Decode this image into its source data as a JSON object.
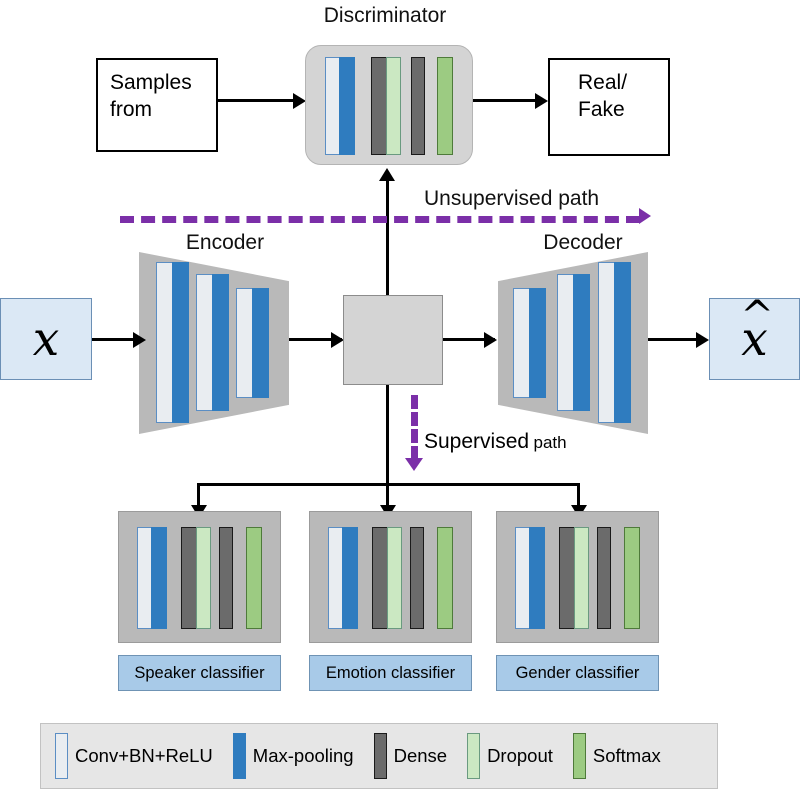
{
  "diagram": {
    "title_discriminator": "Discriminator",
    "title_encoder": "Encoder",
    "title_decoder": "Decoder",
    "samples_box": "Samples from",
    "samples_box_line1": "Samples",
    "samples_box_line2": "from",
    "realfake_box_line1": "Real/",
    "realfake_box_line2": "Fake",
    "input_symbol": "x",
    "output_symbol": "x",
    "output_hat": "^",
    "unsupervised_path": "Unsupervised path",
    "supervised_path_main": "Supervised",
    "supervised_path_sub": "path"
  },
  "classifiers": [
    {
      "label": "Speaker classifier"
    },
    {
      "label": "Emotion classifier"
    },
    {
      "label": "Gender classifier"
    }
  ],
  "legend": {
    "items": [
      {
        "label": "Conv+BN+ReLU",
        "kind": "conv",
        "color": "#e9edf1",
        "border": "#5b8ec4"
      },
      {
        "label": "Max-pooling",
        "kind": "pool",
        "color": "#2f7cbf",
        "border": "#2f7cbf"
      },
      {
        "label": "Dense",
        "kind": "dense",
        "color": "#6b6b6b",
        "border": "#1a1a1a"
      },
      {
        "label": "Dropout",
        "kind": "dropout",
        "color": "#cbe8c2",
        "border": "#6a9a80"
      },
      {
        "label": "Softmax",
        "kind": "softmax",
        "color": "#9ccb82",
        "border": "#4e7a3a"
      }
    ]
  },
  "colors": {
    "conv": "#e9edf1",
    "pool": "#2f7cbf",
    "dense": "#6b6b6b",
    "dropout": "#cbe8c2",
    "softmax": "#9ccb82",
    "panel_gray": "#b9b9b9",
    "latent_gray": "#d4d4d4",
    "io_blue": "#dbe8f5",
    "classifier_blue": "#a8cae8",
    "purple": "#7b2fa8",
    "legend_bg": "#e6e6e6"
  }
}
